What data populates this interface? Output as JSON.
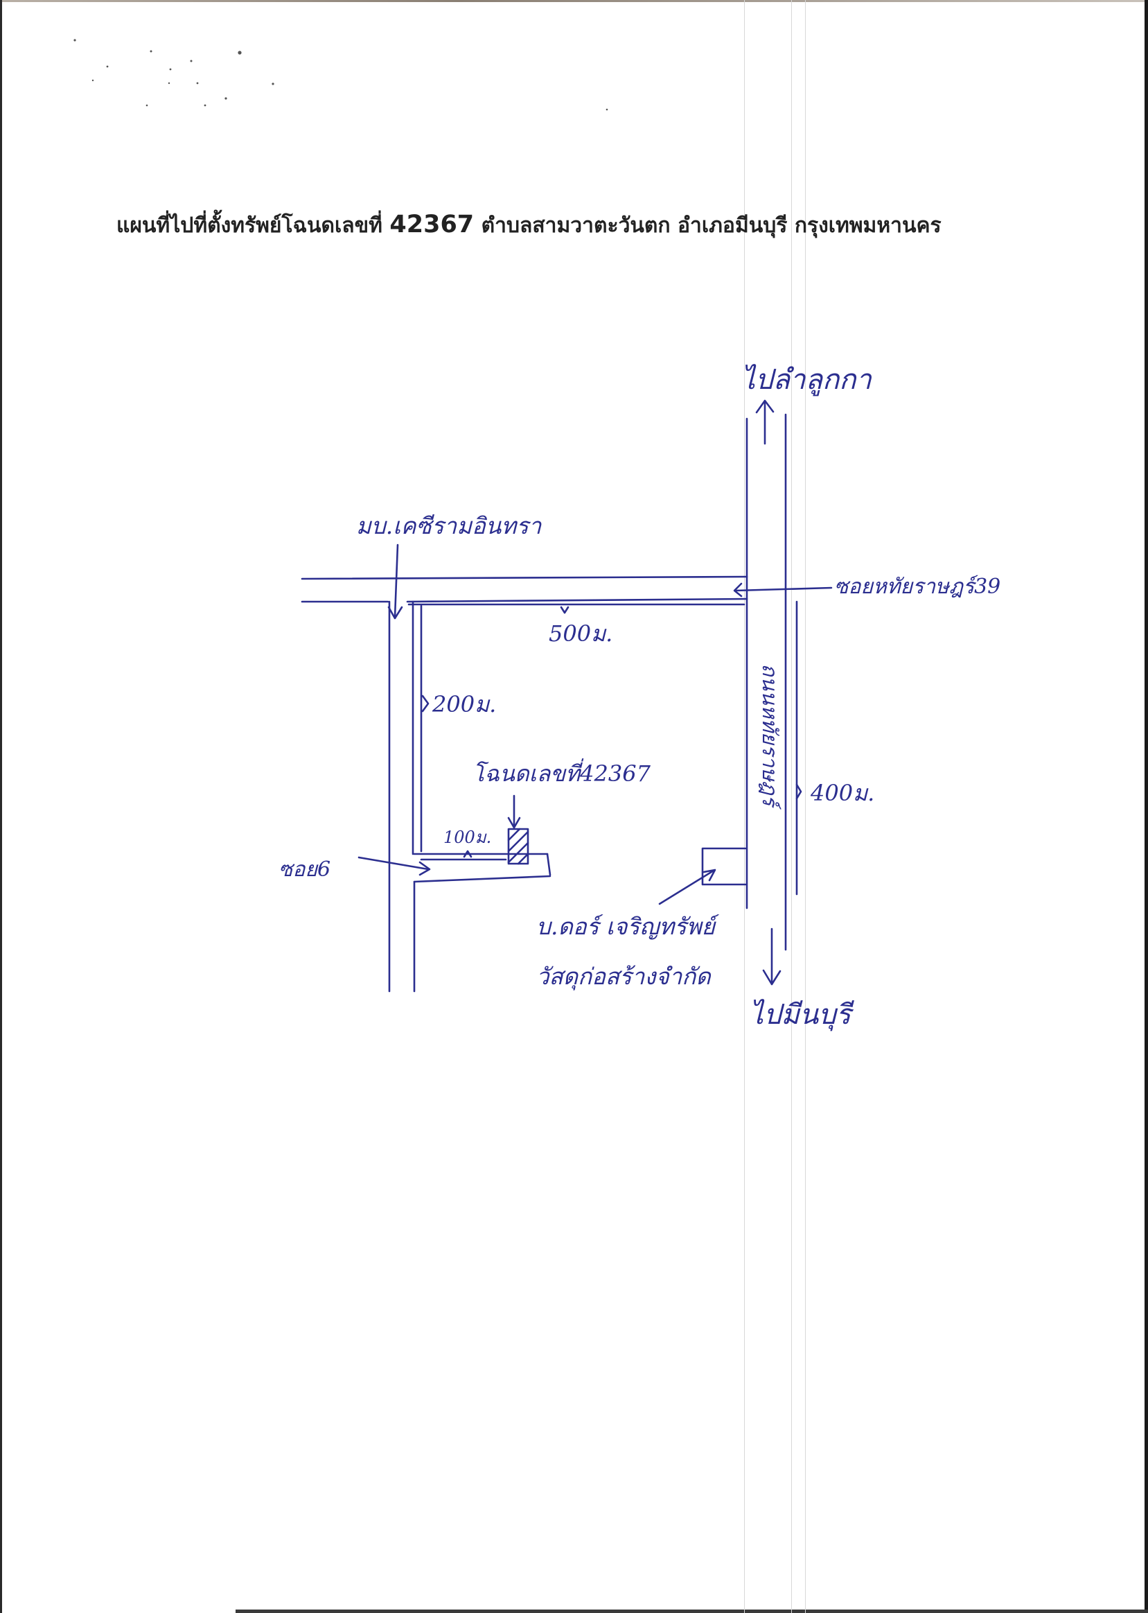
{
  "title": {
    "prefix": "แผนที่ไปที่ตั้งทรัพย์โฉนดเลขที่",
    "deed_number": "42367",
    "location": "ตำบลสามวาตะวันตก อำเภอมีนบุรี กรุงเทพมหานคร"
  },
  "map_labels": {
    "to_north": "ไปลำลูกกา",
    "to_south": "ไปมีนบุรี",
    "village": "มบ.เคซีรามอินทรา",
    "soi_main": "ซอยหทัยราษฎร์39",
    "soi_6": "ซอย6",
    "main_road": "ถนนหทัยราษฎร์",
    "plot_deed": "โฉนดเลขที่42367",
    "company_line1": "บ.ดอร์ เจริญทรัพย์",
    "company_line2": "วัสดุก่อสร้างจำกัด"
  },
  "distances": {
    "top_road": "500ม.",
    "left_road": "200ม.",
    "soi6": "100ม.",
    "main_road": "400ม."
  },
  "colors": {
    "ink": "#2b2e8f",
    "title_text": "#222222",
    "paper": "#ffffff"
  }
}
